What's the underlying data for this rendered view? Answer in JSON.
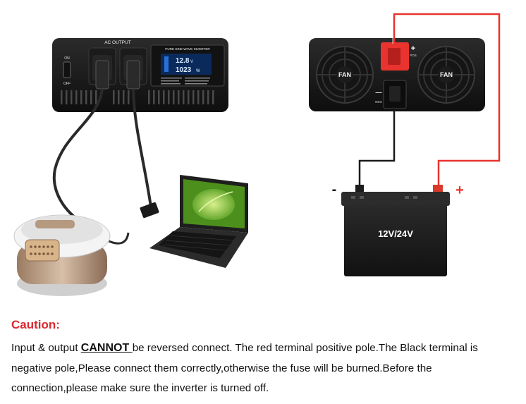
{
  "inverter_front": {
    "ac_output_label": "AC OUTPUT",
    "display_title": "PURE SINE WAVE INVERTER",
    "switch_on": "ON",
    "switch_off": "OFF",
    "readout_voltage": "12.8",
    "readout_voltage_unit": "V",
    "readout_power": "1023",
    "readout_power_unit": "W"
  },
  "inverter_back": {
    "fan_left": "FAN",
    "fan_right": "FAN",
    "pos_symbol": "+",
    "pos_label": "POS",
    "neg_symbol": "—",
    "neg_label": "NEG"
  },
  "battery": {
    "label": "12V/24V",
    "minus": "-",
    "plus": "+"
  },
  "caution": {
    "title": "Caution:",
    "line_prefix": "Input & output ",
    "emphasis": "CANNOT ",
    "line_rest": "be reversed connect. The red terminal positive pole.The Black terminal is negative pole,Please connect them correctly,otherwise the fuse will be burned.Before the connection,please make sure the inverter is turned off."
  },
  "colors": {
    "positive_wire": "#e8332f",
    "negative_wire": "#1a1a1a",
    "caution_red": "#d9282f",
    "lcd_blue": "#2a6fd6"
  }
}
